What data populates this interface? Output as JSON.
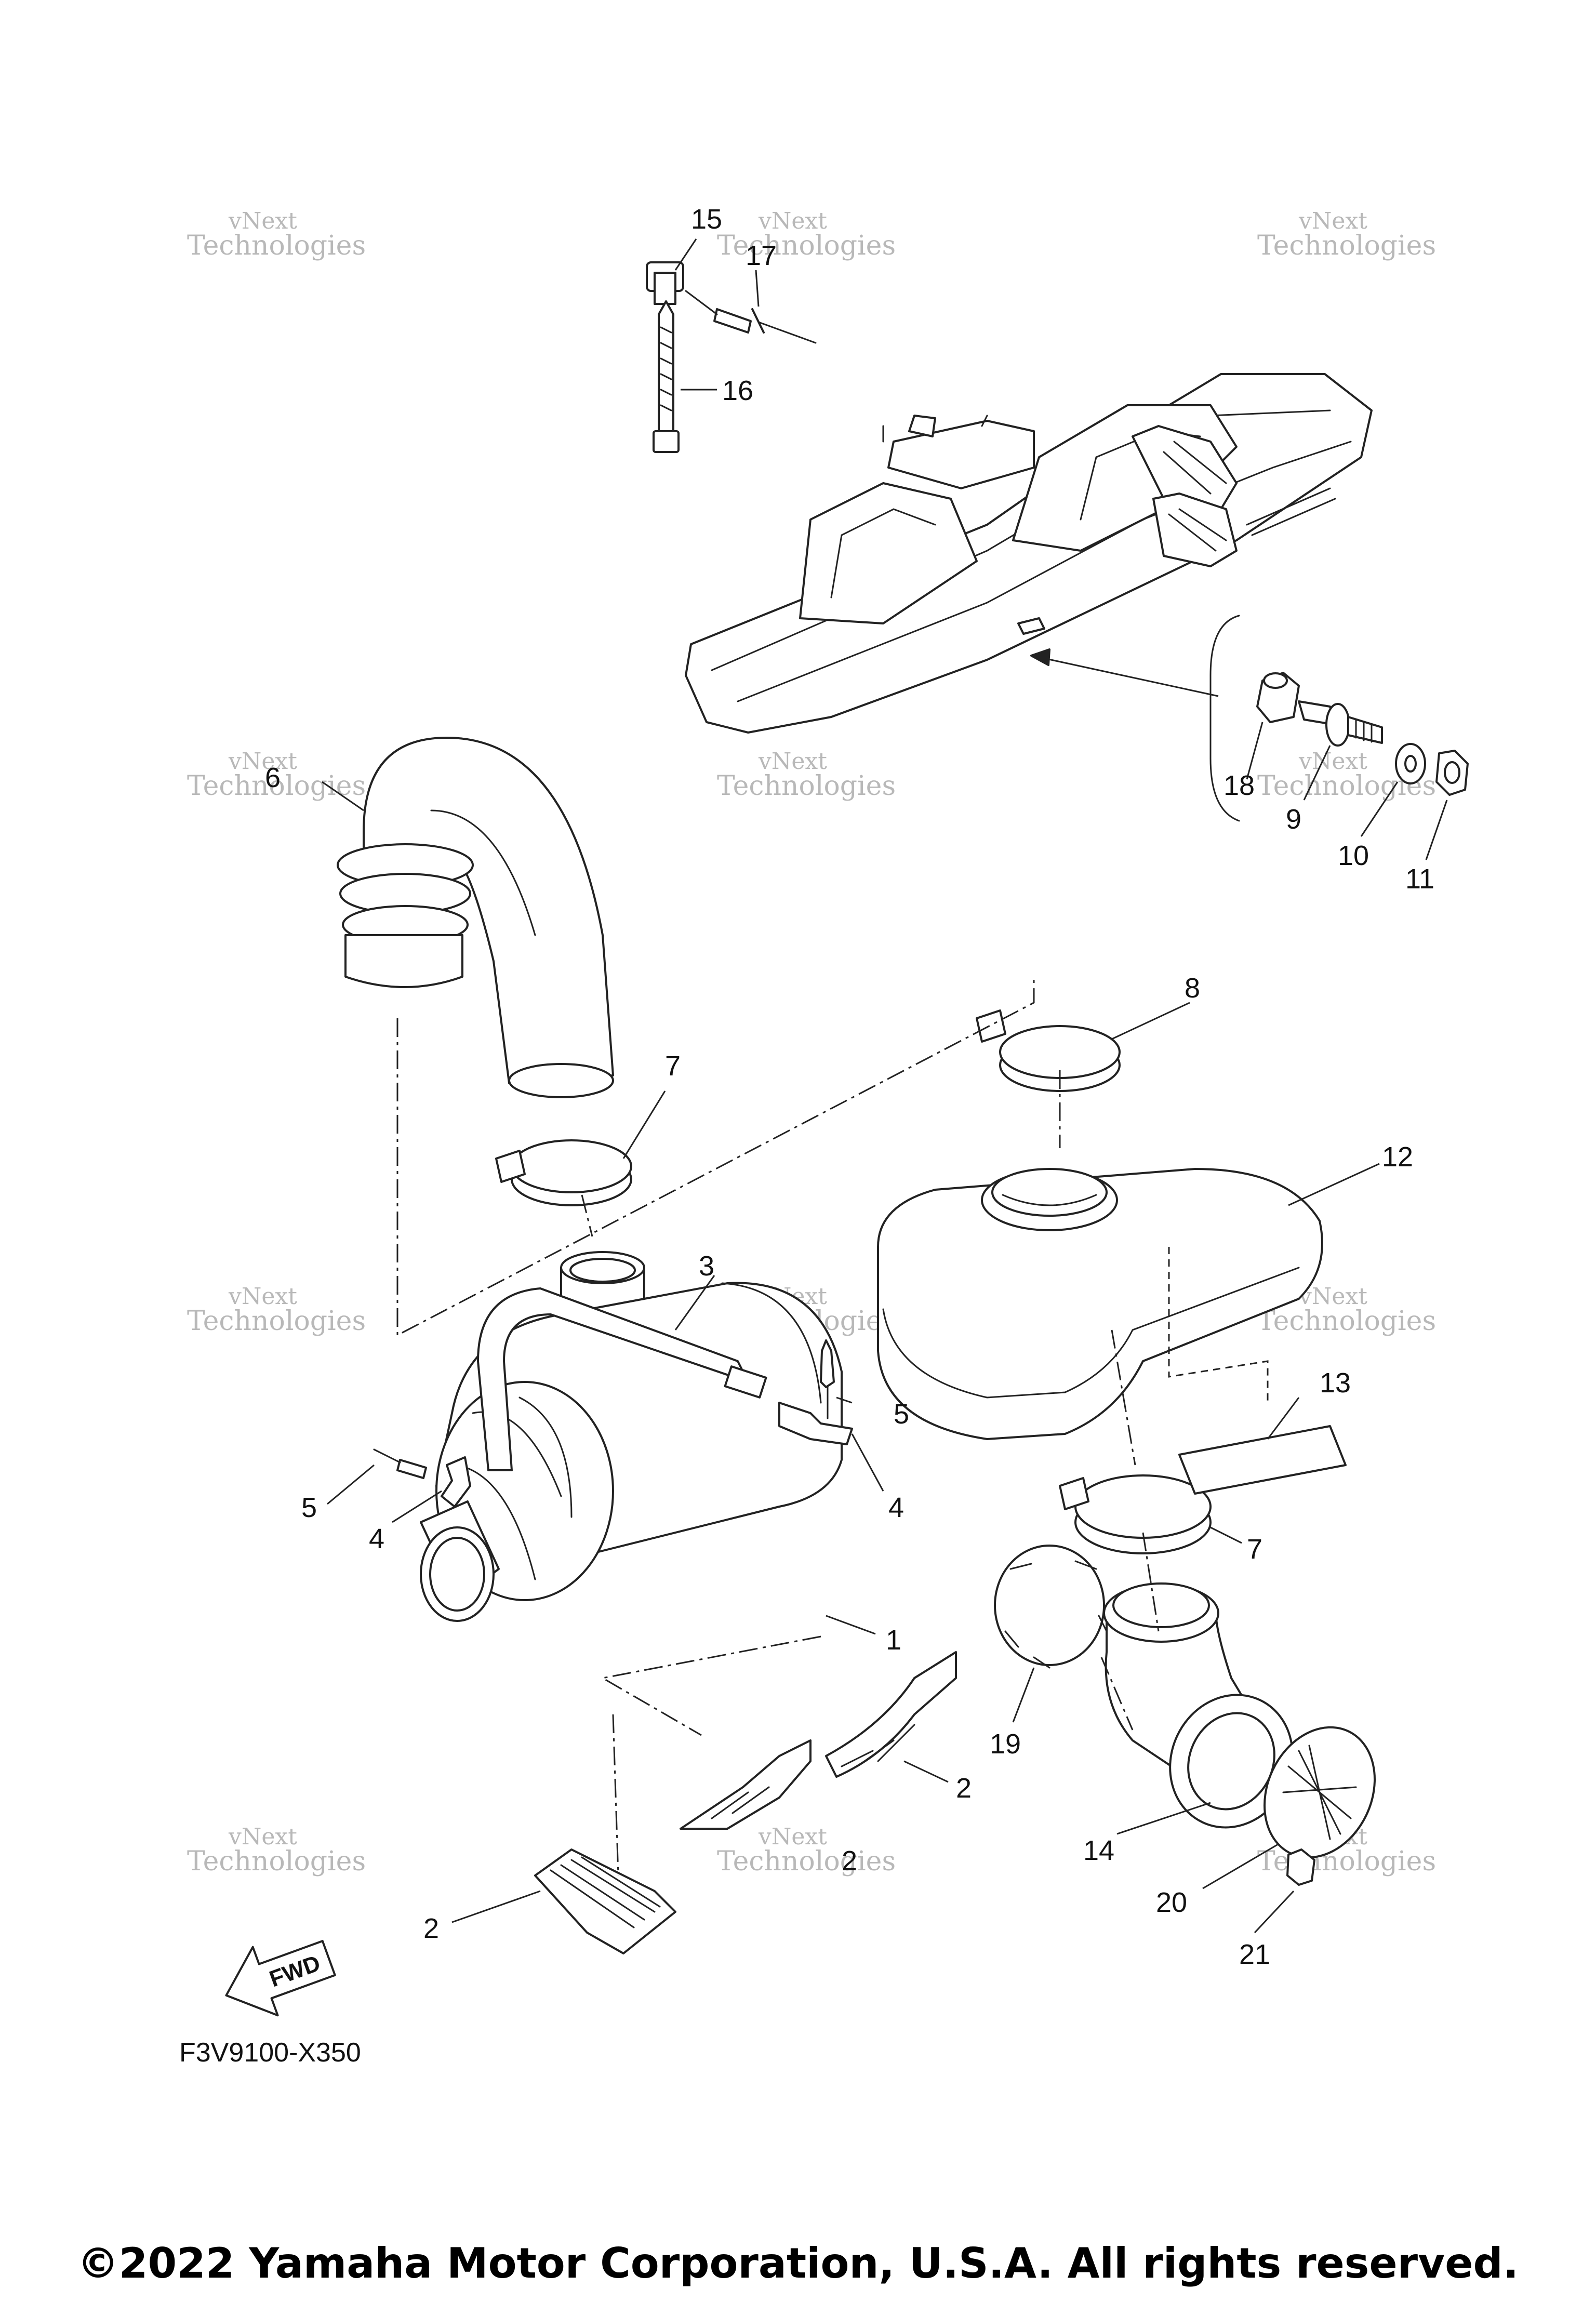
{
  "diagram": {
    "part_code": "F3V9100-X350",
    "fwd_label": "FWD",
    "copyright": "©2022 Yamaha Motor Corporation, U.S.A. All rights reserved.",
    "watermark": {
      "line1": "vNext",
      "line2": "Technologies"
    },
    "callouts": [
      "1",
      "2",
      "3",
      "4",
      "5",
      "6",
      "7",
      "8",
      "9",
      "10",
      "11",
      "12",
      "13",
      "14",
      "15",
      "16",
      "17",
      "18",
      "19",
      "20",
      "21"
    ]
  }
}
